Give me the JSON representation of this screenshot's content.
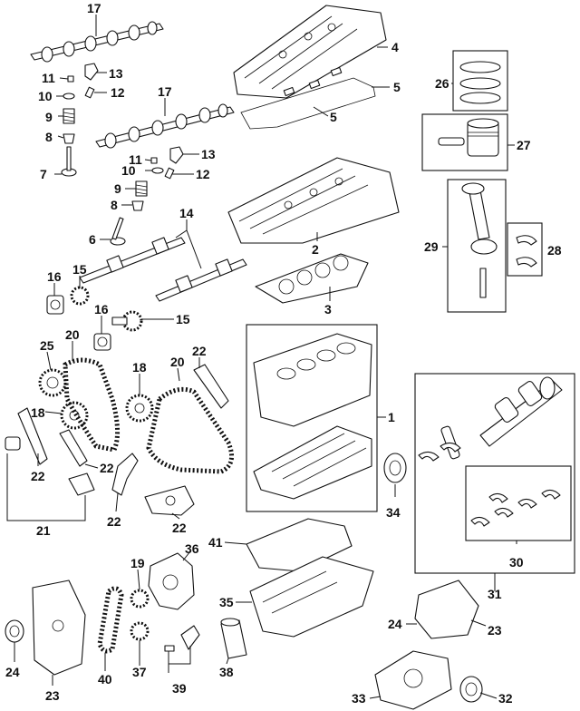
{
  "diagram": {
    "callouts": {
      "c17a": "17",
      "c11a": "11",
      "c13a": "13",
      "c10a": "10",
      "c12a": "12",
      "c9a": "9",
      "c8a": "8",
      "c7": "7",
      "c17b": "17",
      "c11b": "11",
      "c13b": "13",
      "c10b": "10",
      "c12b": "12",
      "c9b": "9",
      "c8b": "8",
      "c6": "6",
      "c14": "14",
      "c16a": "16",
      "c15a": "15",
      "c16b": "16",
      "c15b": "15",
      "c25": "25",
      "c20a": "20",
      "c18a": "18",
      "c20b": "20",
      "c22a": "22",
      "c18b": "18",
      "c22b": "22",
      "c22c": "22",
      "c22d": "22",
      "c22e": "22",
      "c21": "21",
      "c4": "4",
      "c5a": "5",
      "c5b": "5",
      "c2": "2",
      "c3": "3",
      "c26": "26",
      "c27": "27",
      "c29": "29",
      "c28": "28",
      "c1": "1",
      "c34": "34",
      "c41": "41",
      "c36": "36",
      "c19": "19",
      "c35": "35",
      "c24a": "24",
      "c23a": "23",
      "c40": "40",
      "c37": "37",
      "c39": "39",
      "c38": "38",
      "c30": "30",
      "c31": "31",
      "c24b": "24",
      "c23b": "23",
      "c33": "33",
      "c32": "32"
    }
  }
}
